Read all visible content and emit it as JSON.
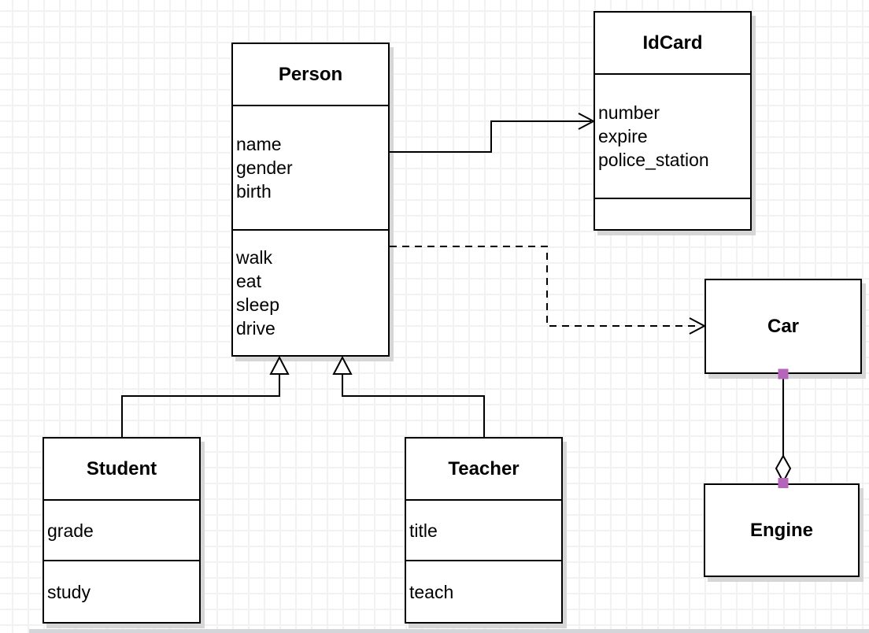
{
  "diagram": {
    "type": "uml-class-diagram",
    "classes": [
      {
        "id": "person",
        "title": "Person",
        "attributes": [
          "name",
          "gender",
          "birth"
        ],
        "methods": [
          "walk",
          "eat",
          "sleep",
          "drive"
        ]
      },
      {
        "id": "idcard",
        "title": "IdCard",
        "attributes": [
          "number",
          "expire",
          "police_station"
        ],
        "methods": []
      },
      {
        "id": "car",
        "title": "Car",
        "attributes": [],
        "methods": []
      },
      {
        "id": "engine",
        "title": "Engine",
        "attributes": [],
        "methods": []
      },
      {
        "id": "student",
        "title": "Student",
        "attributes": [
          "grade"
        ],
        "methods": [
          "study"
        ]
      },
      {
        "id": "teacher",
        "title": "Teacher",
        "attributes": [
          "title"
        ],
        "methods": [
          "teach"
        ]
      }
    ],
    "relations": [
      {
        "from": "Person",
        "to": "IdCard",
        "type": "association",
        "line": "solid",
        "arrow": "open"
      },
      {
        "from": "Person",
        "to": "Car",
        "type": "dependency",
        "line": "dashed",
        "arrow": "open"
      },
      {
        "from": "Student",
        "to": "Person",
        "type": "generalization",
        "line": "solid",
        "arrow": "hollow-triangle"
      },
      {
        "from": "Teacher",
        "to": "Person",
        "type": "generalization",
        "line": "solid",
        "arrow": "hollow-triangle"
      },
      {
        "from": "Car",
        "to": "Engine",
        "type": "aggregation",
        "line": "solid",
        "arrow": "hollow-diamond"
      }
    ],
    "colors": {
      "border": "#000000",
      "shadow": "#d6d6d6",
      "grid_line": "#f2f2f5",
      "connection_point": "#b566bb",
      "canvas_bg": "#ffffff",
      "bottom_strip": "#d3d5d8"
    }
  }
}
